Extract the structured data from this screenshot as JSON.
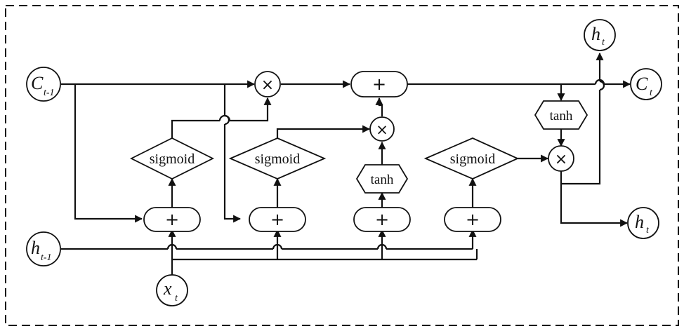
{
  "diagram": {
    "nodes": {
      "c_prev": {
        "main": "C",
        "sub": "t-1"
      },
      "h_prev": {
        "main": "h",
        "sub": "t-1"
      },
      "x_t": {
        "main": "x",
        "sub": "t"
      },
      "h_top": {
        "main": "h",
        "sub": "t"
      },
      "c_out": {
        "main": "C",
        "sub": "t"
      },
      "h_out": {
        "main": "h",
        "sub": "t"
      }
    },
    "activations": {
      "sigmoid_forget": "sigmoid",
      "sigmoid_input": "sigmoid",
      "sigmoid_output": "sigmoid",
      "tanh_candidate": "tanh",
      "tanh_cell": "tanh"
    },
    "operators": {
      "plus": "+",
      "times": "×"
    }
  }
}
